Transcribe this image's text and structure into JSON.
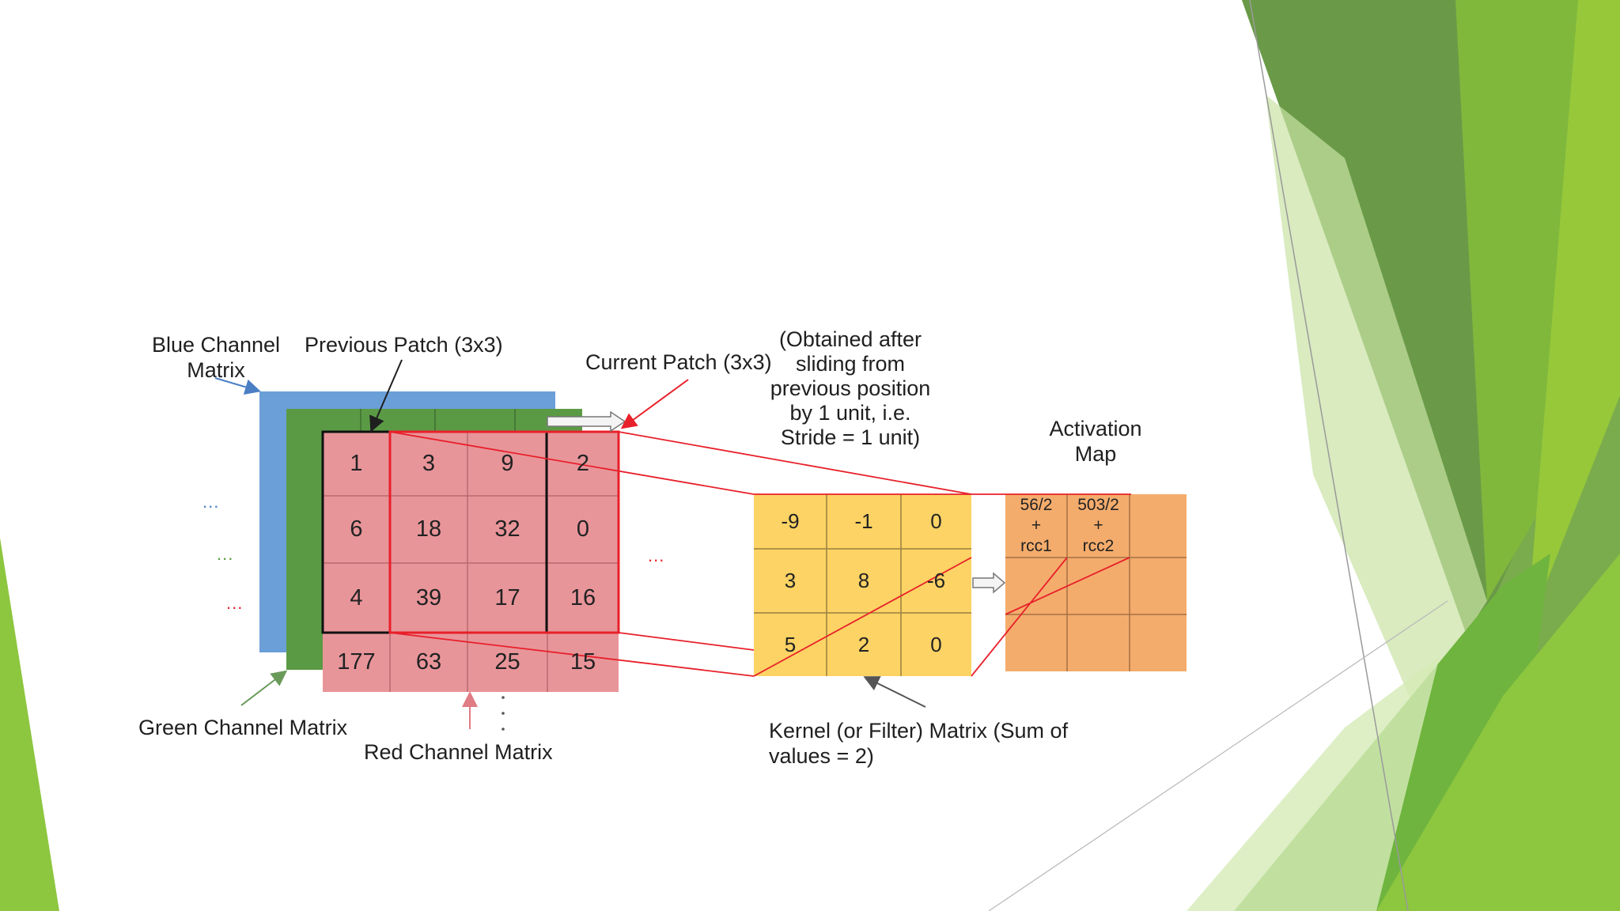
{
  "labels": {
    "blue_channel": [
      "Blue Channel",
      "Matrix"
    ],
    "previous_patch": "Previous Patch (3x3)",
    "current_patch": "Current Patch (3x3)",
    "obtained_note": [
      "(Obtained after",
      "sliding from",
      "previous position",
      "by 1 unit, i.e.",
      "Stride = 1 unit)"
    ],
    "activation_map": [
      "Activation",
      "Map"
    ],
    "green_channel": "Green Channel Matrix",
    "red_channel": "Red Channel Matrix",
    "kernel": [
      "Kernel (or Filter) Matrix (Sum of",
      "values = 2)"
    ]
  },
  "red_matrix": [
    [
      "1",
      "3",
      "9",
      "2"
    ],
    [
      "6",
      "18",
      "32",
      "0"
    ],
    [
      "4",
      "39",
      "17",
      "16"
    ],
    [
      "177",
      "63",
      "25",
      "15"
    ]
  ],
  "kernel_matrix": [
    [
      "-9",
      "-1",
      "0"
    ],
    [
      "3",
      "8",
      "-6"
    ],
    [
      "5",
      "2",
      "0"
    ]
  ],
  "activation_cells": [
    [
      "56/2",
      "+",
      "rcc1"
    ],
    [
      "503/2",
      "+",
      "rcc2"
    ]
  ],
  "ellipsis": "...",
  "colors": {
    "blue_channel": "#6a9fd8",
    "green_channel": "#5b9a45",
    "red_channel": "#e8959a",
    "kernel": "#fcd364",
    "activation": "#f4ac6c",
    "highlight": "#e8202a",
    "slide_green_dark": "#5f9b44",
    "slide_green_light": "#8dc63f"
  }
}
